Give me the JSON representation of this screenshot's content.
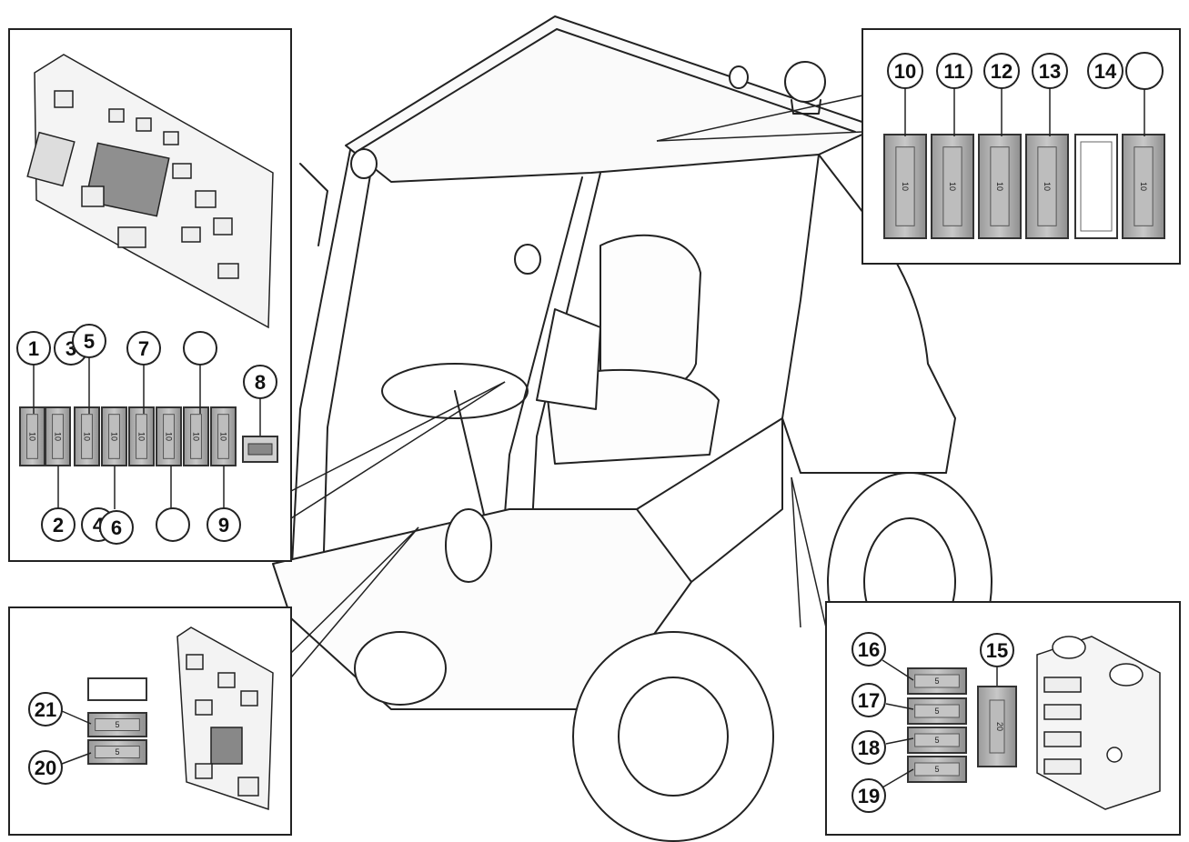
{
  "diagram": {
    "panels": {
      "top_left": {
        "callouts_top": [
          "1",
          "3",
          "5",
          "7",
          ""
        ],
        "callouts_bottom": [
          "2",
          "4",
          "6",
          "",
          "9"
        ],
        "callout_relay": "8",
        "fuse_rating": "10"
      },
      "top_right": {
        "callouts": [
          "10",
          "11",
          "12",
          "13",
          "14",
          ""
        ],
        "fuse_rating": "10"
      },
      "bottom_left": {
        "callouts": [
          "21",
          "20"
        ],
        "fuse_rating": "5"
      },
      "bottom_right": {
        "callouts_left": [
          "16",
          "17",
          "18",
          "19"
        ],
        "callout_big_fuse": "15",
        "fuse_rating_small": "5",
        "fuse_rating_big": "20"
      }
    }
  }
}
